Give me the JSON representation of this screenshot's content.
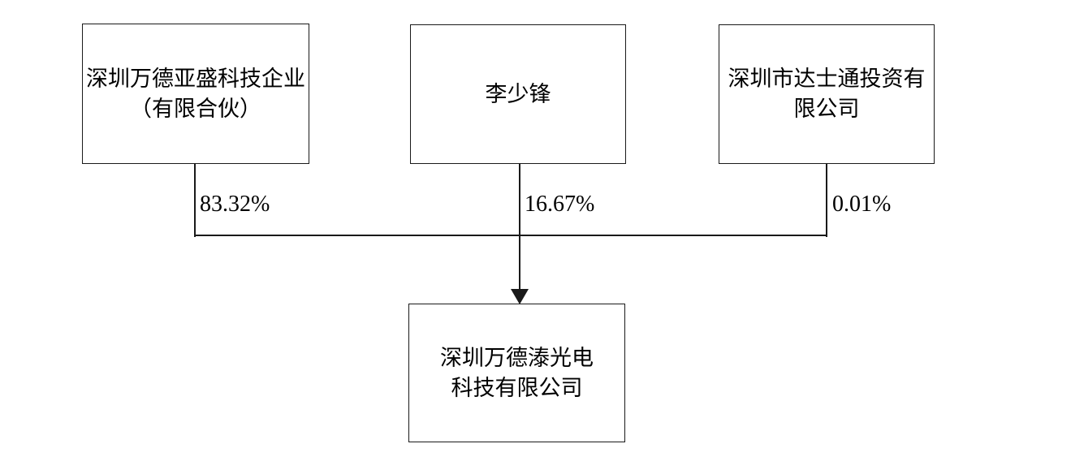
{
  "diagram": {
    "type": "ownership-structure-chart",
    "orientation": "top-down",
    "nodes": {
      "shareholder_1": {
        "label": "深圳万德亚盛科技企业（有限合伙）",
        "role": "shareholder"
      },
      "shareholder_2": {
        "label": "李少锋",
        "role": "shareholder"
      },
      "shareholder_3": {
        "label": "深圳市达士通投资有限公司",
        "role": "shareholder"
      },
      "subsidiary": {
        "label": "深圳万德溙光电\n科技有限公司",
        "role": "subject-company"
      }
    },
    "edges": [
      {
        "from": "shareholder_1",
        "to": "subsidiary",
        "label": "83.32%"
      },
      {
        "from": "shareholder_2",
        "to": "subsidiary",
        "label": "16.67%"
      },
      {
        "from": "shareholder_3",
        "to": "subsidiary",
        "label": "0.01%"
      }
    ],
    "colors": {
      "stroke": "#1a1a1a",
      "fill": "#ffffff",
      "text": "#000000"
    }
  }
}
